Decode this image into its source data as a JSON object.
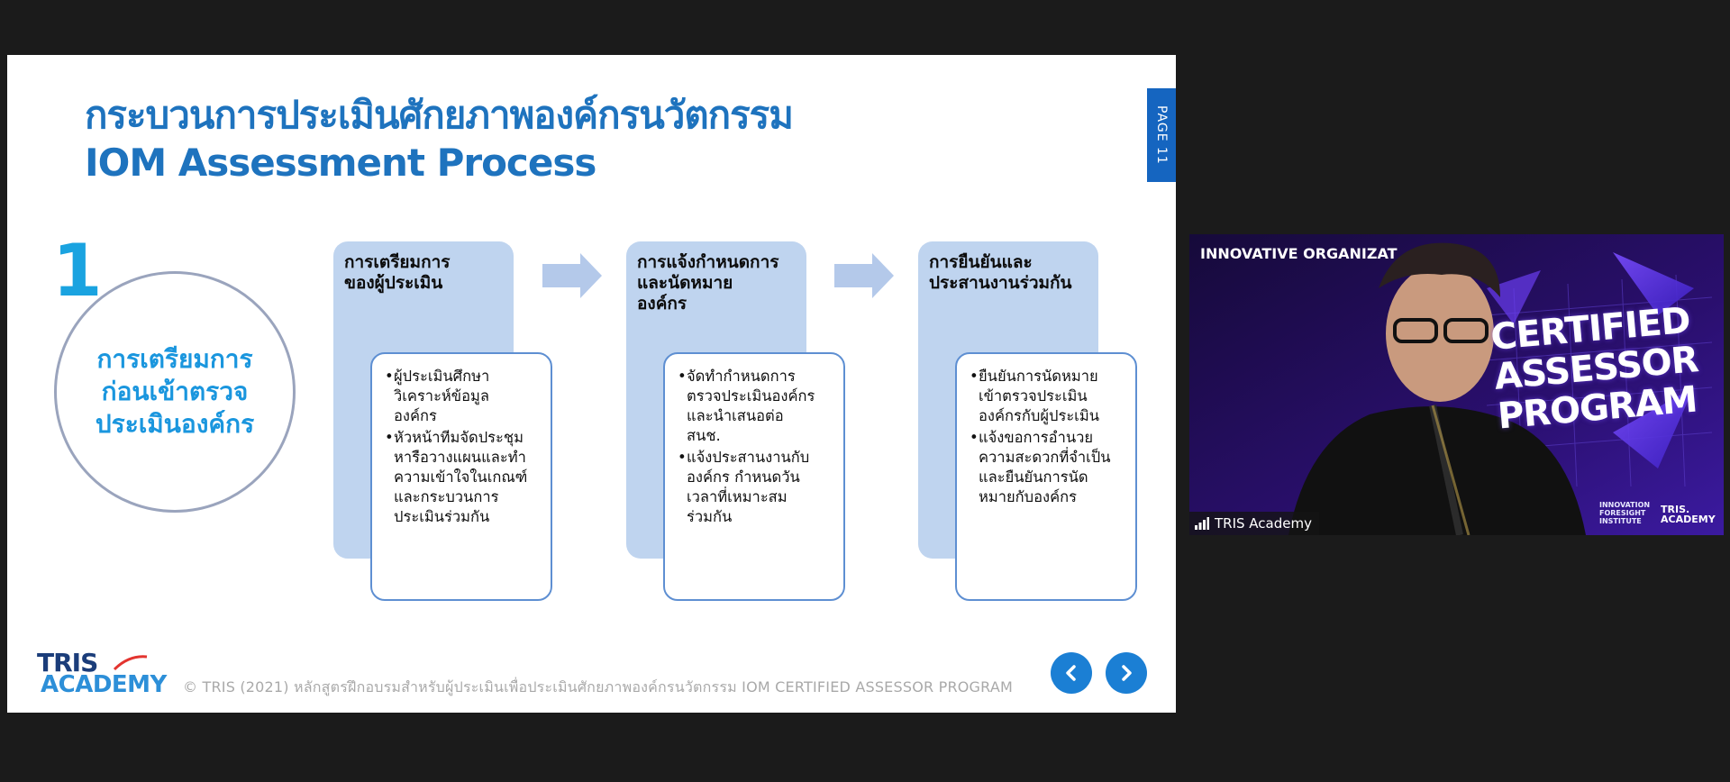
{
  "slide": {
    "title_th": "กระบวนการประเมินศักยภาพองค์กรนวัตกรรม",
    "title_en": "IOM Assessment Process",
    "page_label": "PAGE 11",
    "step_number": "1",
    "step_title": "การเตรียมการ\nก่อนเข้าตรวจ\nประเมินองค์กร",
    "cards": [
      {
        "title": "การเตรียมการ\nของผู้ประเมิน",
        "bullets": [
          "ผู้ประเมินศึกษา\nวิเคราะห์ข้อมูล\nองค์กร",
          "หัวหน้าทีมจัดประชุม\nหารือวางแผนและทำ\nความเข้าใจในเกณฑ์\nและกระบวนการ\nประเมินร่วมกัน"
        ]
      },
      {
        "title": "การแจ้งกำหนดการ\nและนัดหมาย\nองค์กร",
        "bullets": [
          "จัดทำกำหนดการ\nตรวจประเมินองค์กร\nและนำเสนอต่อ\nสนช.",
          "แจ้งประสานงานกับ\nองค์กร กำหนดวัน\nเวลาที่เหมาะสม\nร่วมกัน"
        ]
      },
      {
        "title": "การยืนยันและ\nประสานงานร่วมกัน",
        "bullets": [
          "ยืนยันการนัดหมาย\nเข้าตรวจประเมิน\nองค์กรกับผู้ประเมิน",
          "แจ้งขอการอำนวย\nความสะดวกที่จำเป็น\nและยืนยันการนัด\nหมายกับองค์กร"
        ]
      }
    ],
    "logo_top": "TRIS",
    "logo_bottom": "ACADEMY",
    "footer": "© TRIS (2021) หลักสูตรฝึกอบรมสำหรับผู้ประเมินเพื่อประเมินศักยภาพองค์กรนวัตกรรม IOM CERTIFIED ASSESSOR PROGRAM",
    "nav_prev_icon": "chevron-left-icon",
    "nav_next_icon": "chevron-right-icon"
  },
  "video": {
    "banner_text": "INNOVATIVE ORGANIZAT",
    "hero_text": "CERTIFIED\nASSESSOR\nPROGRAM",
    "brand_left": "INNOVATION\nFORESIGHT\nINSTITUTE",
    "brand_right": "TRIS.\nACADEMY",
    "participant_name": "TRIS Academy",
    "signal_icon": "signal-bars-icon"
  },
  "colors": {
    "background": "#1b1b1b",
    "title_blue": "#1e73be",
    "card_blue": "#bfd4ef",
    "card_border": "#5e8fd2",
    "accent_blue": "#1b7fd4"
  }
}
